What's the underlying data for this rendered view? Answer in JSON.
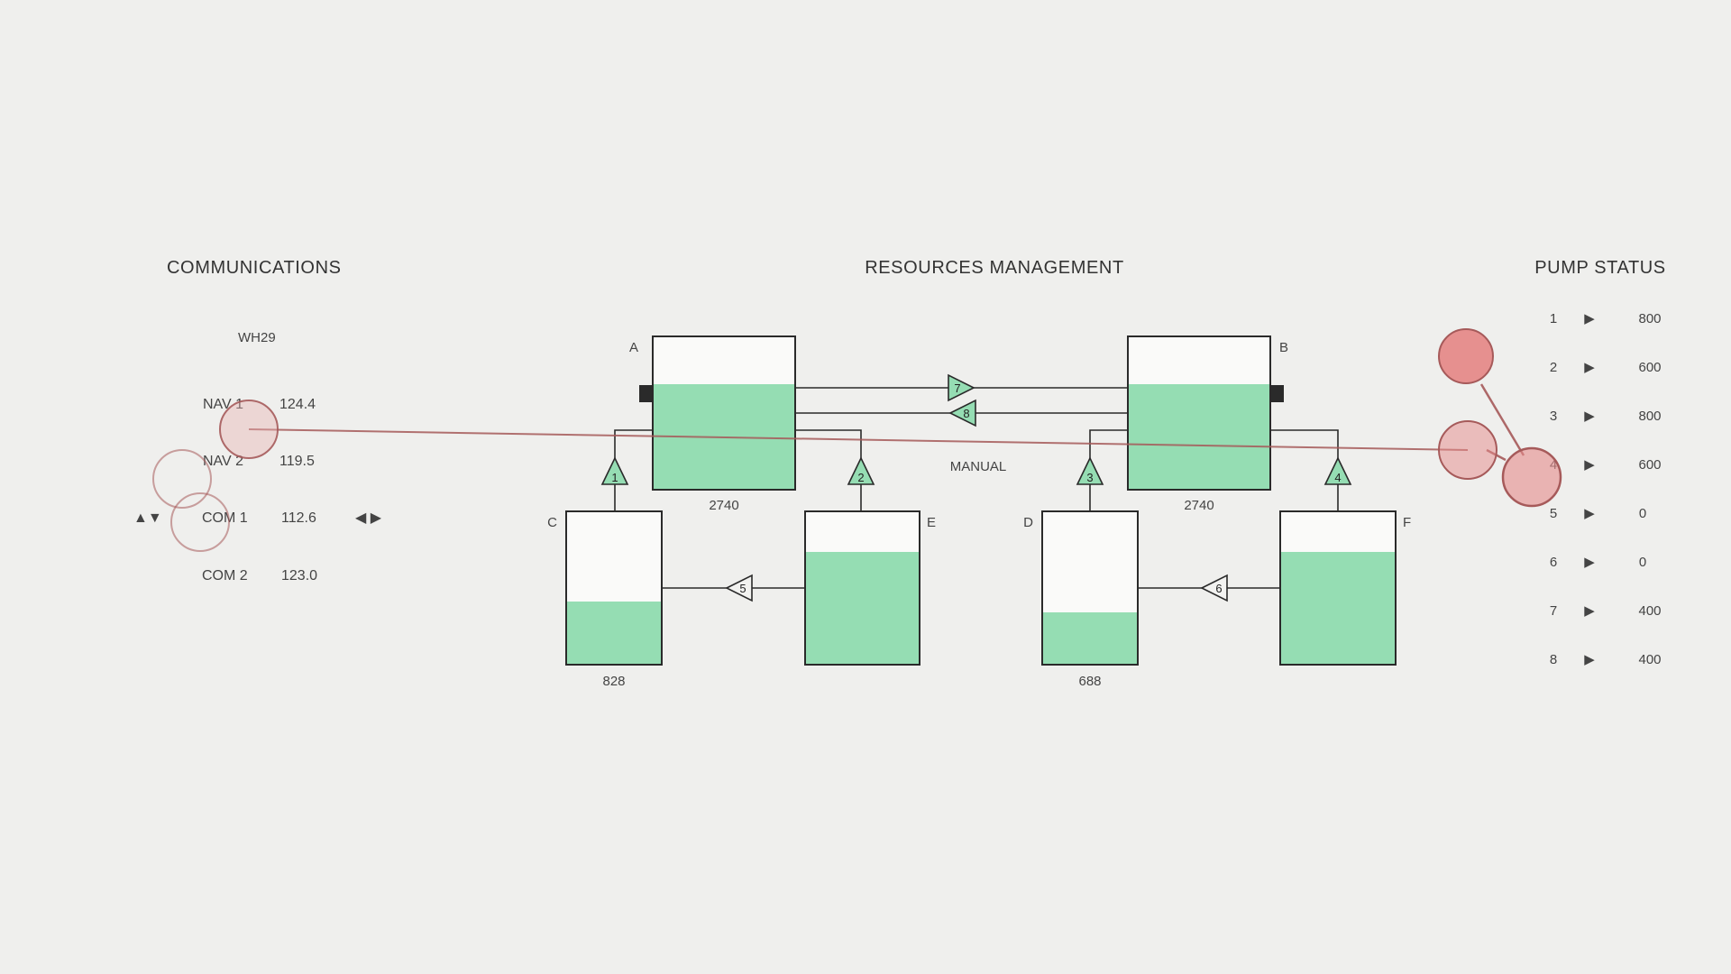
{
  "communications": {
    "title": "COMMUNICATIONS",
    "id": "WH29",
    "rows": [
      {
        "label": "NAV 1",
        "value": "124.4"
      },
      {
        "label": "NAV 2",
        "value": "119.5"
      },
      {
        "label": "COM 1",
        "value": "112.6"
      },
      {
        "label": "COM 2",
        "value": "123.0"
      }
    ],
    "up_down_glyph": "▲▼",
    "left_right_glyph": "◀ ▶"
  },
  "resources": {
    "title": "RESOURCES MANAGEMENT",
    "mode": "MANUAL",
    "tanks": {
      "A": {
        "letter": "A",
        "value": "2740",
        "fill_fraction": 0.69
      },
      "B": {
        "letter": "B",
        "value": "2740",
        "fill_fraction": 0.69
      },
      "C": {
        "letter": "C",
        "value": "828",
        "fill_fraction": 0.41
      },
      "D": {
        "letter": "D",
        "value": "688",
        "fill_fraction": 0.34
      },
      "E": {
        "letter": "E",
        "fill_fraction": 0.74
      },
      "F": {
        "letter": "F",
        "fill_fraction": 0.74
      }
    },
    "valves": [
      "1",
      "2",
      "3",
      "4",
      "5",
      "6",
      "7",
      "8"
    ]
  },
  "pump_status": {
    "title": "PUMP STATUS",
    "pumps": [
      {
        "id": "1",
        "value": "800"
      },
      {
        "id": "2",
        "value": "600"
      },
      {
        "id": "3",
        "value": "800"
      },
      {
        "id": "4",
        "value": "600"
      },
      {
        "id": "5",
        "value": "0"
      },
      {
        "id": "6",
        "value": "0"
      },
      {
        "id": "7",
        "value": "400"
      },
      {
        "id": "8",
        "value": "400"
      }
    ],
    "arrow_glyph": "▶"
  },
  "colors": {
    "background": "#efefed",
    "fluid": "#95ddb3",
    "overlay_line": "#a65a5a",
    "overlay_fill": "#e58a8a"
  }
}
